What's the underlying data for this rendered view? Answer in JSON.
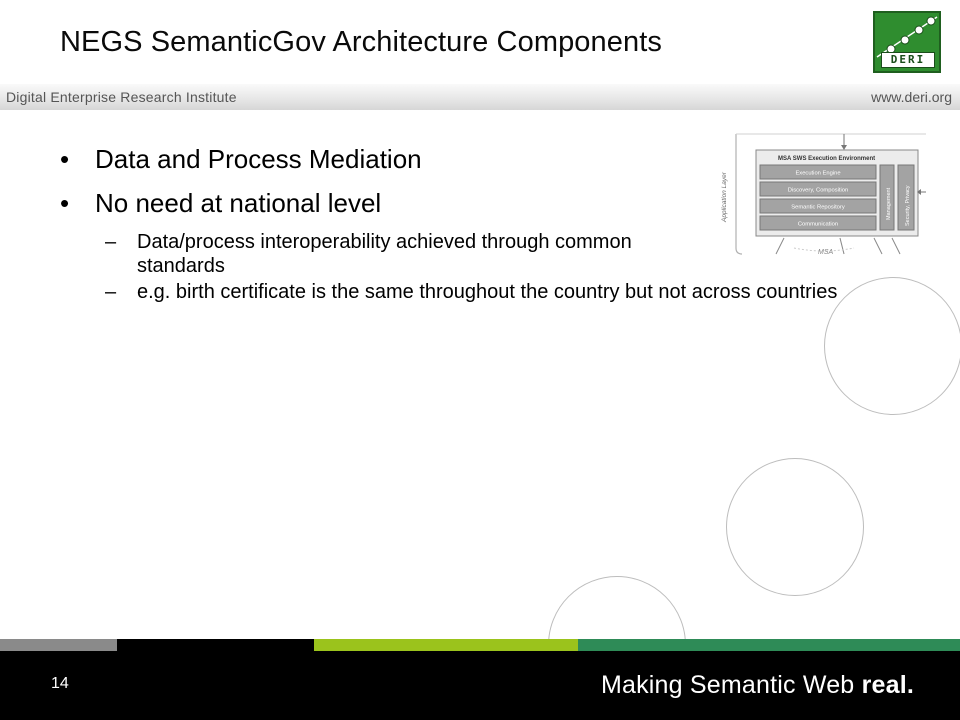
{
  "slide": {
    "title": "NEGS SemanticGov Architecture Components",
    "logo_text": "DERI",
    "header_left": "Digital Enterprise Research Institute",
    "header_right": "www.deri.org",
    "bullets": [
      {
        "level": 1,
        "text": "Data and Process Mediation"
      },
      {
        "level": 1,
        "text": "No need at national level"
      },
      {
        "level": 2,
        "text": "Data/process interoperability achieved through common standards"
      },
      {
        "level": 2,
        "text": "e.g. birth certificate is the same throughout the country but not across countries"
      }
    ],
    "bullet_symbol": "•",
    "dash_symbol": "–",
    "page_number": "14",
    "tagline_regular": "Making Semantic Web ",
    "tagline_bold": "real."
  },
  "diagram": {
    "side_label": "Application Layer",
    "box_title": "MSA SWS Execution Environment",
    "layers": [
      "Execution Engine",
      "Discovery, Composition",
      "Semantic Repository",
      "Communication"
    ],
    "vertical_labels": [
      "Management",
      "Security, Privacy"
    ],
    "bottom_label": "MSA"
  },
  "colors": {
    "logo_green": "#2f8d2f",
    "strip": [
      "#8a8a8a",
      "#000000",
      "#9bc31c",
      "#2e8b57"
    ],
    "footer": "#000000"
  }
}
